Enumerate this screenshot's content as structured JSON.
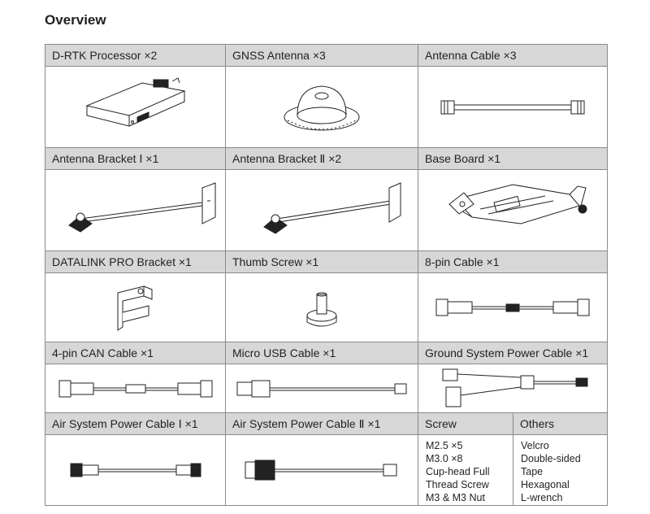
{
  "page_title": "Overview",
  "items": [
    {
      "name": "D-RTK Processor",
      "qty": "×2"
    },
    {
      "name": "GNSS Antenna",
      "qty": "×3"
    },
    {
      "name": "Antenna Cable",
      "qty": "×3"
    },
    {
      "name": "Antenna Bracket Ⅰ",
      "qty": "×1"
    },
    {
      "name": "Antenna Bracket Ⅱ",
      "qty": "×2"
    },
    {
      "name": "Base Board",
      "qty": "×1"
    },
    {
      "name": "DATALINK PRO Bracket",
      "qty": "×1"
    },
    {
      "name": "Thumb Screw",
      "qty": "×1"
    },
    {
      "name": "8-pin Cable",
      "qty": "×1"
    },
    {
      "name": "4-pin CAN Cable",
      "qty": "×1"
    },
    {
      "name": "Micro USB Cable",
      "qty": "×1"
    },
    {
      "name": "Ground System Power Cable",
      "qty": "×1"
    },
    {
      "name": "Air System Power Cable Ⅰ",
      "qty": "×1"
    },
    {
      "name": "Air System Power Cable Ⅱ",
      "qty": "×1"
    }
  ],
  "screw": {
    "header": "Screw",
    "lines": [
      "M2.5 ×5",
      "M3.0 ×8",
      "Cup-head Full",
      "Thread Screw",
      "M3 & M3 Nut"
    ]
  },
  "others": {
    "header": "Others",
    "lines": [
      "Velcro",
      "Double-sided",
      "Tape",
      "Hexagonal",
      "L-wrench"
    ]
  }
}
